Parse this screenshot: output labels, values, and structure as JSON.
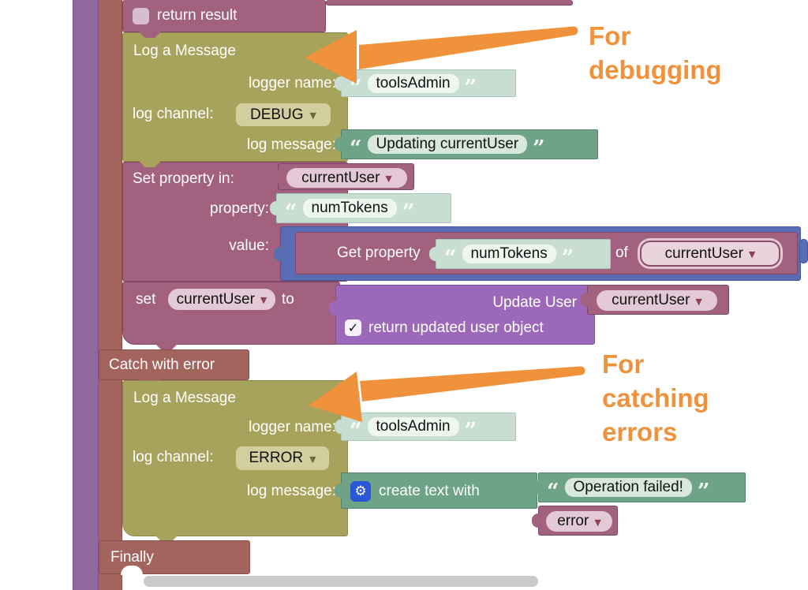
{
  "icons": {
    "quote_open": "“",
    "quote_close": "”",
    "dropdown_arrow": "▼",
    "check": "✓",
    "gear": "⚙"
  },
  "colors": {
    "mauve_block": "#A2617E",
    "olive_block": "#A8A35C",
    "teal_block": "#6FA387",
    "mint_block": "#C9DED3",
    "purple_block": "#9C69BA",
    "purple_bar": "#90689D",
    "brown_block": "#A3645E",
    "blue_highlight": "#5A6CB4",
    "pill_pink": "#E3C9D5",
    "annotation_orange": "#F0923B",
    "scrollbar_gray": "#CACACA"
  },
  "blocks": {
    "return_result": {
      "label": "return result",
      "checked": false
    },
    "log1": {
      "title": "Log a Message",
      "logger_name_label": "logger name:",
      "logger_name_value": "toolsAdmin",
      "log_channel_label": "log channel:",
      "log_channel_value": "DEBUG",
      "log_message_label": "log message:",
      "log_message_value": "Updating currentUser"
    },
    "set_property": {
      "title": "Set property in:",
      "object_value": "currentUser",
      "property_label": "property:",
      "property_value": "numTokens",
      "value_label": "value:"
    },
    "get_property": {
      "label": "Get property",
      "property_value": "numTokens",
      "of_label": "of",
      "object_value": "currentUser"
    },
    "set_variable": {
      "set_label": "set",
      "variable": "currentUser",
      "to_label": "to"
    },
    "update_user": {
      "title": "Update User",
      "argument": "currentUser",
      "checkbox_label": "return updated user object",
      "checked": true
    },
    "catch": {
      "label": "Catch with error"
    },
    "log2": {
      "title": "Log a Message",
      "logger_name_label": "logger name:",
      "logger_name_value": "toolsAdmin",
      "log_channel_label": "log channel:",
      "log_channel_value": "ERROR",
      "log_message_label": "log message:"
    },
    "create_text": {
      "label": "create text with",
      "item1": "Operation failed!",
      "item2": "error"
    },
    "finally": {
      "label": "Finally"
    }
  },
  "annotations": {
    "debugging": "For\ndebugging",
    "catching": "For\ncatching\nerrors"
  }
}
